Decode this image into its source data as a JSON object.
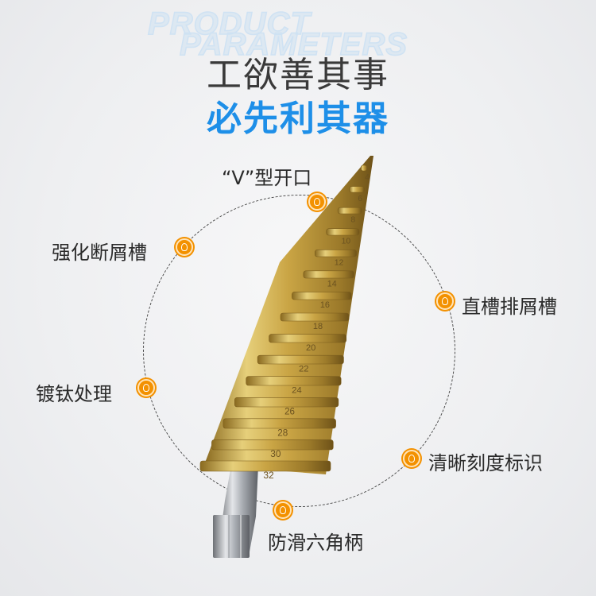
{
  "watermark": {
    "line1": "PRODUCT",
    "line2": "PARAMETERS"
  },
  "header": {
    "title_line1": "工欲善其事",
    "title_line2": "必先利其器"
  },
  "features": [
    {
      "label": "“V”型开口"
    },
    {
      "label": "强化断屑槽"
    },
    {
      "label": "直槽排屑槽"
    },
    {
      "label": "镀钛处理"
    },
    {
      "label": "清晰刻度标识"
    },
    {
      "label": "防滑六角柄"
    }
  ],
  "drill": {
    "scale_marks": [
      "4",
      "6",
      "8",
      "10",
      "12",
      "14",
      "16",
      "18",
      "20",
      "22",
      "24",
      "26",
      "28",
      "30",
      "32"
    ]
  },
  "colors": {
    "accent": "#1e8fe8",
    "marker": "#f39100",
    "gold": "#c8a640"
  }
}
